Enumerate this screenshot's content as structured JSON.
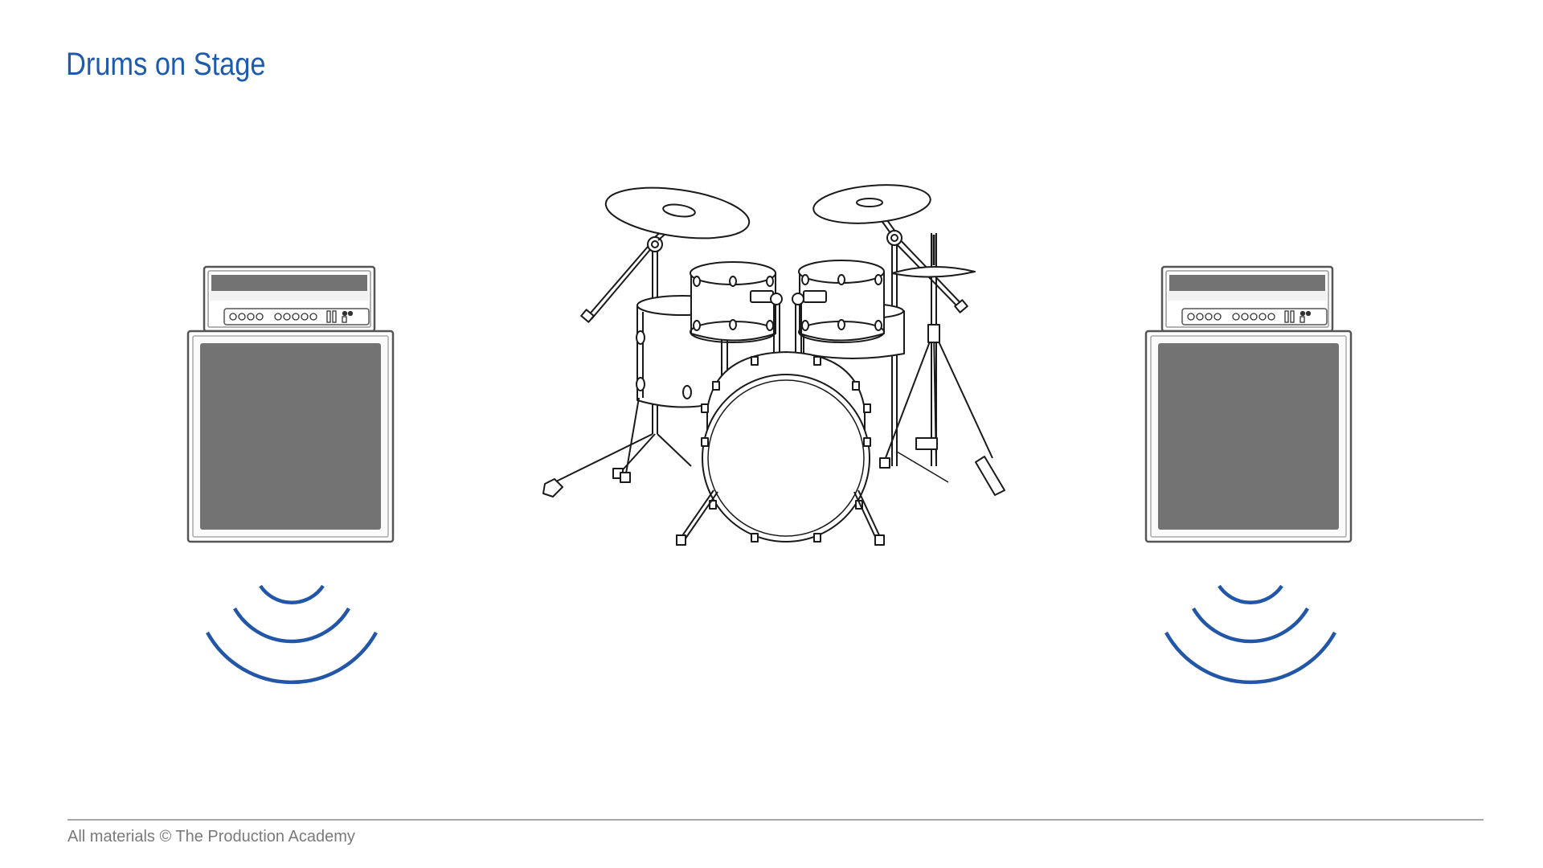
{
  "slide": {
    "title": "Drums on Stage"
  },
  "footer": {
    "copyright": "All materials © The Production Academy"
  },
  "colors": {
    "title": "#1f5bab",
    "sound_waves": "#2257a8",
    "amp_grille": "#737373",
    "outline": "#1a1a1a",
    "footer_line": "#a6a6a6"
  },
  "diagram": {
    "elements": [
      "guitar-amp-left",
      "drum-kit",
      "guitar-amp-right"
    ],
    "sound_wave_arcs_per_amp": 3
  }
}
